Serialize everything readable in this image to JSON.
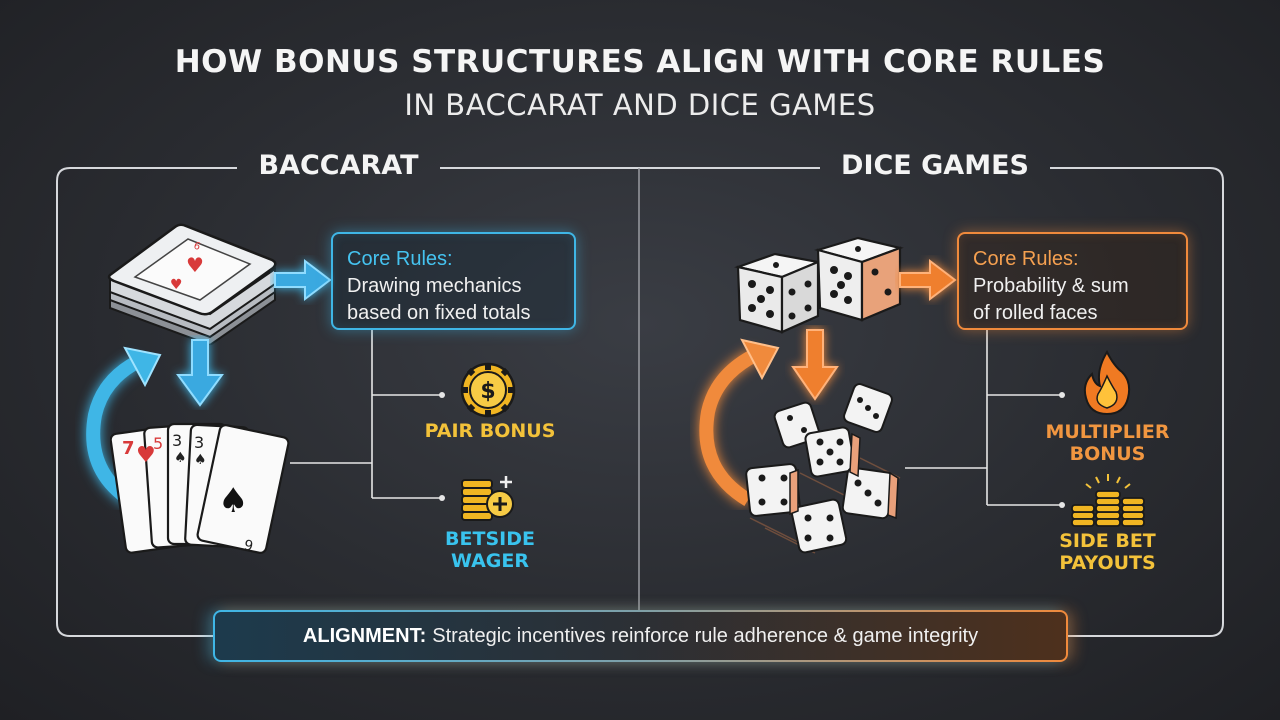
{
  "title": "HOW BONUS STRUCTURES ALIGN WITH CORE RULES",
  "subtitle": "IN BACCARAT AND DICE GAMES",
  "baccarat": {
    "heading": "BACCARAT",
    "core_rules_title": "Core Rules:",
    "core_rules_line1": "Drawing mechanics",
    "core_rules_line2": "based on fixed totals",
    "bonus1": "PAIR BONUS",
    "bonus2_line1": "BETSIDE",
    "bonus2_line2": "WAGER",
    "card_ranks": [
      "7",
      "5",
      "3",
      "3",
      "9"
    ],
    "accent": "#3fb6e6"
  },
  "dice": {
    "heading": "DICE GAMES",
    "core_rules_title": "Core Rules:",
    "core_rules_line1": "Probability & sum",
    "core_rules_line2": "of rolled faces",
    "bonus1_line1": "MULTIPLIER",
    "bonus1_line2": "BONUS",
    "bonus2_line1": "SIDE BET",
    "bonus2_line2": "PAYOUTS",
    "accent": "#f08a3c"
  },
  "alignment": {
    "key": "ALIGNMENT:",
    "text": "Strategic incentives reinforce rule adherence & game integrity"
  },
  "icons": [
    "card-deck-icon",
    "card-hand-icon",
    "dollar-chip-icon",
    "coin-stack-plus-icon",
    "dice-pair-icon",
    "scattered-dice-icon",
    "flame-icon",
    "coin-stacks-icon"
  ]
}
